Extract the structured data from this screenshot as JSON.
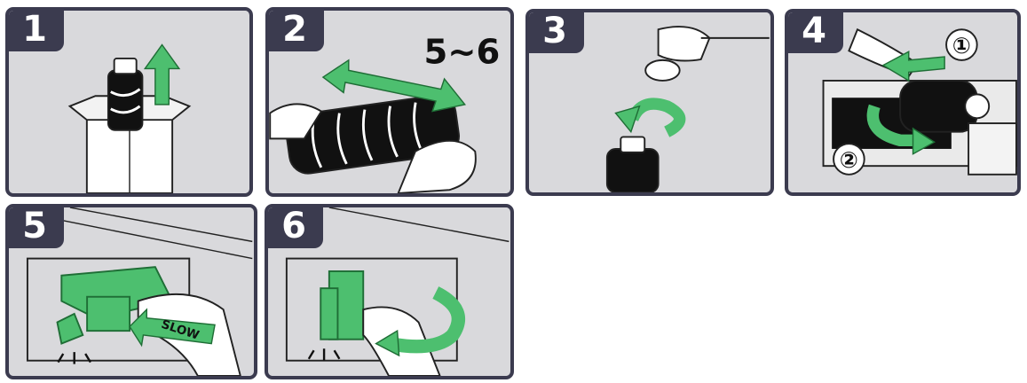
{
  "steps": [
    {
      "number": "1"
    },
    {
      "number": "2",
      "shake_count": "5~6"
    },
    {
      "number": "3"
    },
    {
      "number": "4",
      "callouts": [
        "①",
        "②"
      ]
    },
    {
      "number": "5",
      "label": "SLOW"
    },
    {
      "number": "6"
    }
  ],
  "colors": {
    "frame": "#3b3b4f",
    "panel_bg": "#d9d9dc",
    "arrow_green": "#4dbf6f",
    "ink": "#111111"
  }
}
